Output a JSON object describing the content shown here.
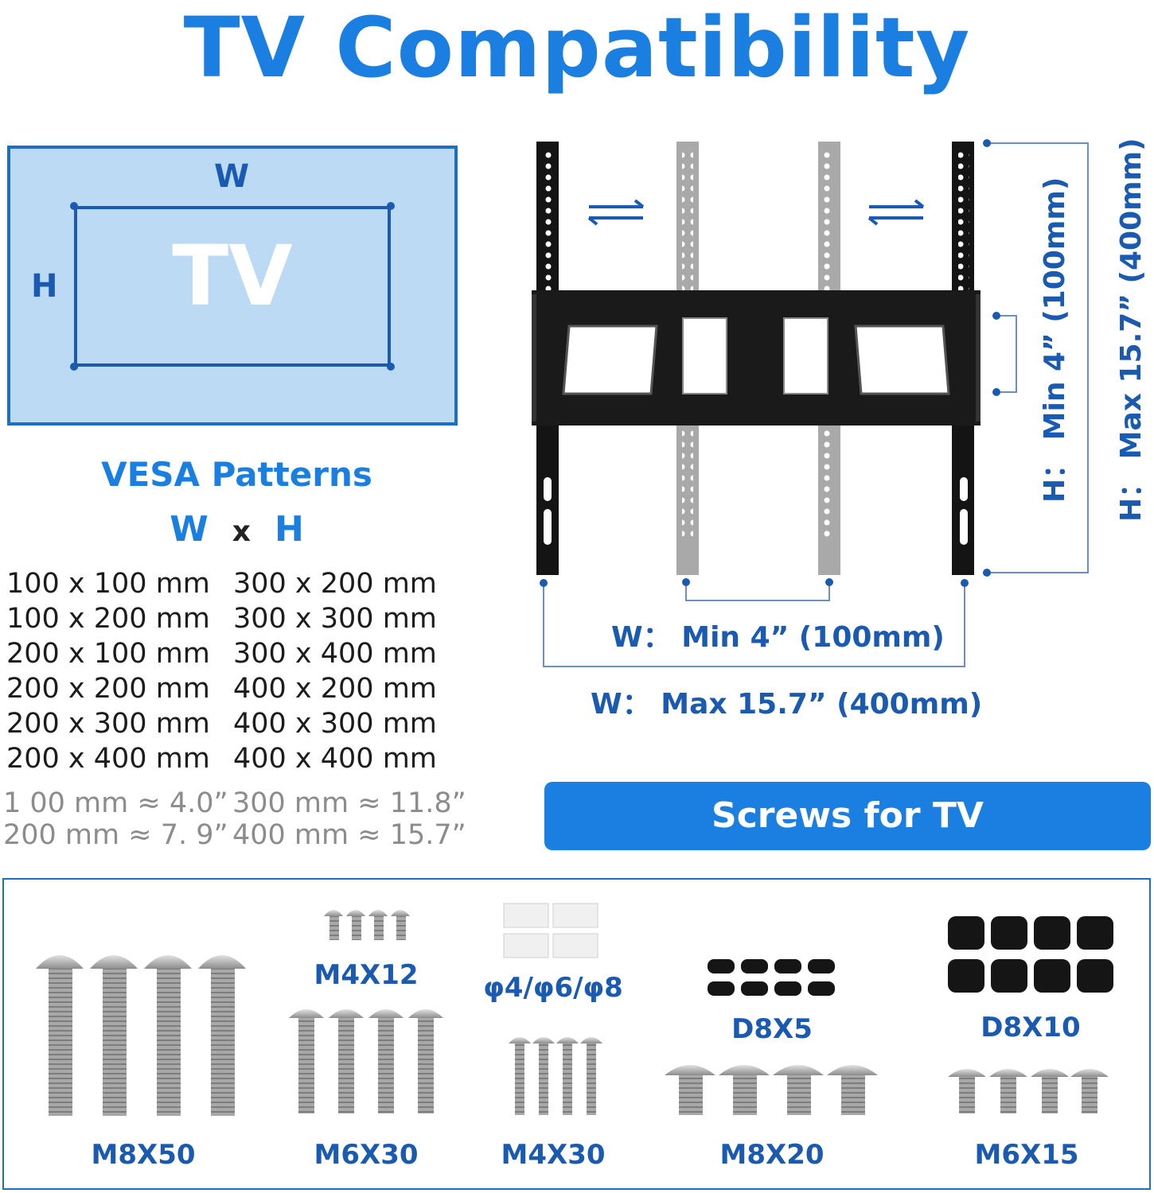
{
  "title": "TV Compatibility",
  "tv_diagram": {
    "w_label": "W",
    "h_label": "H",
    "tv_label": "TV"
  },
  "vesa": {
    "title": "VESA Patterns",
    "w": "W",
    "x": "x",
    "h": "H",
    "col1": [
      "100 x 100 mm",
      "100 x 200 mm",
      "200 x 100 mm",
      "200 x 200 mm",
      "200 x 300 mm",
      "200 x 400 mm"
    ],
    "col2": [
      "300 x 200 mm",
      "300 x 300 mm",
      "300 x 400 mm",
      "400 x 200 mm",
      "400 x 300 mm",
      "400 x 400 mm"
    ],
    "conv1": [
      "1 00 mm ≈ 4.0”",
      "200 mm ≈ 7. 9”"
    ],
    "conv2": [
      "300 mm ≈ 11.8”",
      "400 mm ≈ 15.7”"
    ]
  },
  "measurements": {
    "w_min": "W： Min 4” (100mm)",
    "w_max": "W： Max 15.7” (400mm)",
    "h_min": "H： Min 4” (100mm)",
    "h_max": "H： Max 15.7” (400mm)"
  },
  "screws_banner": "Screws for TV",
  "screws": {
    "m8x50": "M8X50",
    "m4x12": "M4X12",
    "m6x30": "M6X30",
    "washers": "φ4/φ6/φ8",
    "m4x30": "M4X30",
    "d8x5": "D8X5",
    "m8x20": "M8X20",
    "d8x10": "D8X10",
    "m6x15": "M6X15"
  },
  "colors": {
    "brand_blue": "#1a7fe0",
    "dark_blue": "#1a5ab0",
    "panel_fill": "#bcdaf3"
  }
}
